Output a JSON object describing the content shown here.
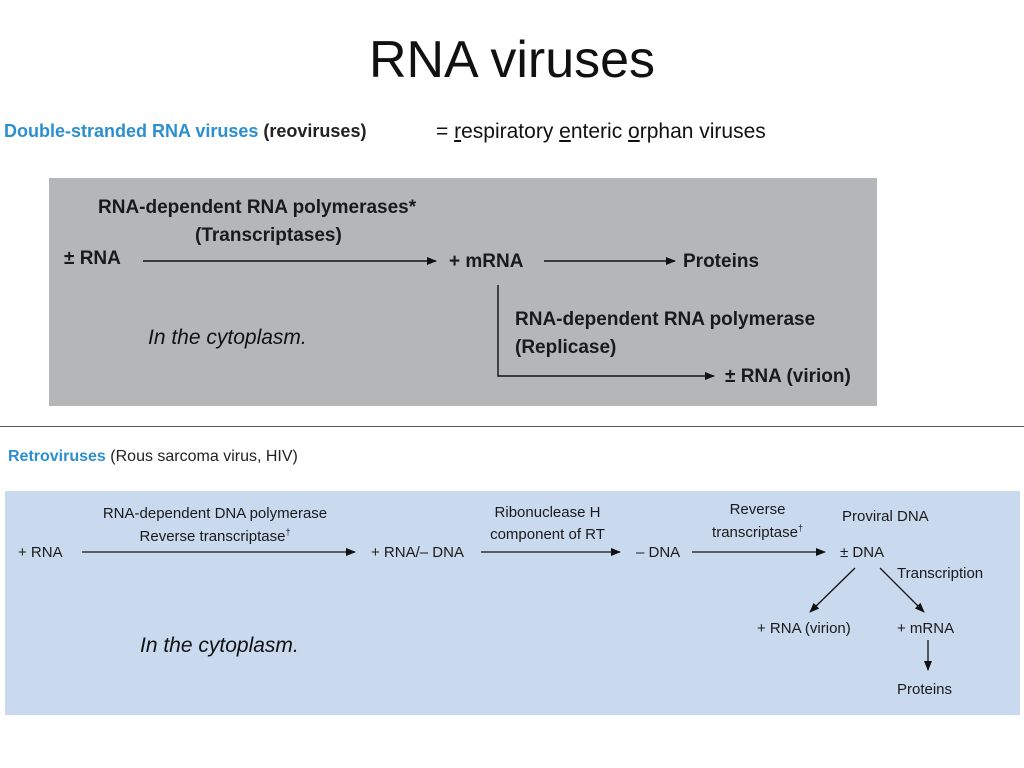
{
  "title": "RNA viruses",
  "section1": {
    "header_main": "Double-stranded RNA viruses",
    "header_paren": "(reoviruses)",
    "expansion": {
      "prefix": "= ",
      "w1_ul": "r",
      "w1_rest": "espiratory ",
      "w2_ul": "e",
      "w2_rest": "nteric ",
      "w3_ul": "o",
      "w3_rest": "rphan viruses"
    },
    "enzyme1_line1": "RNA-dependent RNA polymerases*",
    "enzyme1_line2": "(Transcriptases)",
    "node_start": "± RNA",
    "node_mrna": "+ mRNA",
    "node_proteins": "Proteins",
    "enzyme2_line1": "RNA-dependent RNA polymerase",
    "enzyme2_line2": "(Replicase)",
    "node_virion": "± RNA (virion)",
    "location": "In the cytoplasm."
  },
  "section2": {
    "header_main": "Retroviruses",
    "header_paren": "(Rous sarcoma virus, HIV)",
    "node_start": "+ RNA",
    "enzyme1_line1": "RNA-dependent DNA polymerase",
    "enzyme1_line2": "Reverse transcriptase",
    "enzyme1_mark": "†",
    "node_hybrid": "+ RNA/– DNA",
    "enzyme2_line1": "Ribonuclease H",
    "enzyme2_line2": "component of RT",
    "node_minus_dna": "– DNA",
    "enzyme3_line1": "Reverse",
    "enzyme3_line2": "transcriptase",
    "enzyme3_mark": "†",
    "proviral_label": "Proviral DNA",
    "node_ds_dna": "± DNA",
    "transcription_label": "Transcription",
    "node_virion": "+ RNA (virion)",
    "node_mrna": "+ mRNA",
    "node_proteins": "Proteins",
    "location": "In the cytoplasm."
  }
}
